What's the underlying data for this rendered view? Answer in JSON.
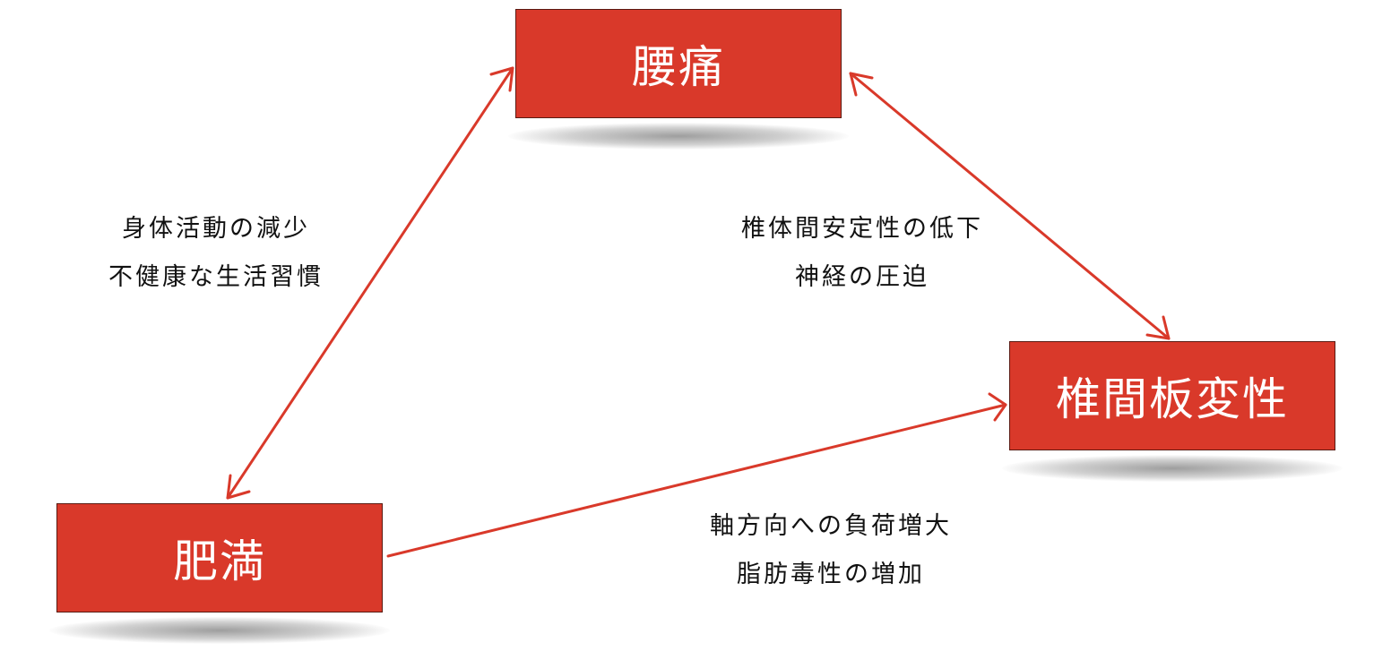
{
  "nodes": {
    "top": "腰痛",
    "right": "椎間板変性",
    "left": "肥満"
  },
  "labels": {
    "left": [
      "身体活動の減少",
      "不健康な生活習慣"
    ],
    "mid": [
      "椎体間安定性の低下",
      "神経の圧迫"
    ],
    "bottom": [
      "軸方向への負荷増大",
      "脂肪毒性の増加"
    ]
  },
  "colors": {
    "node_fill": "#d9392a",
    "arrow": "#d9392a",
    "text": "#111111"
  }
}
